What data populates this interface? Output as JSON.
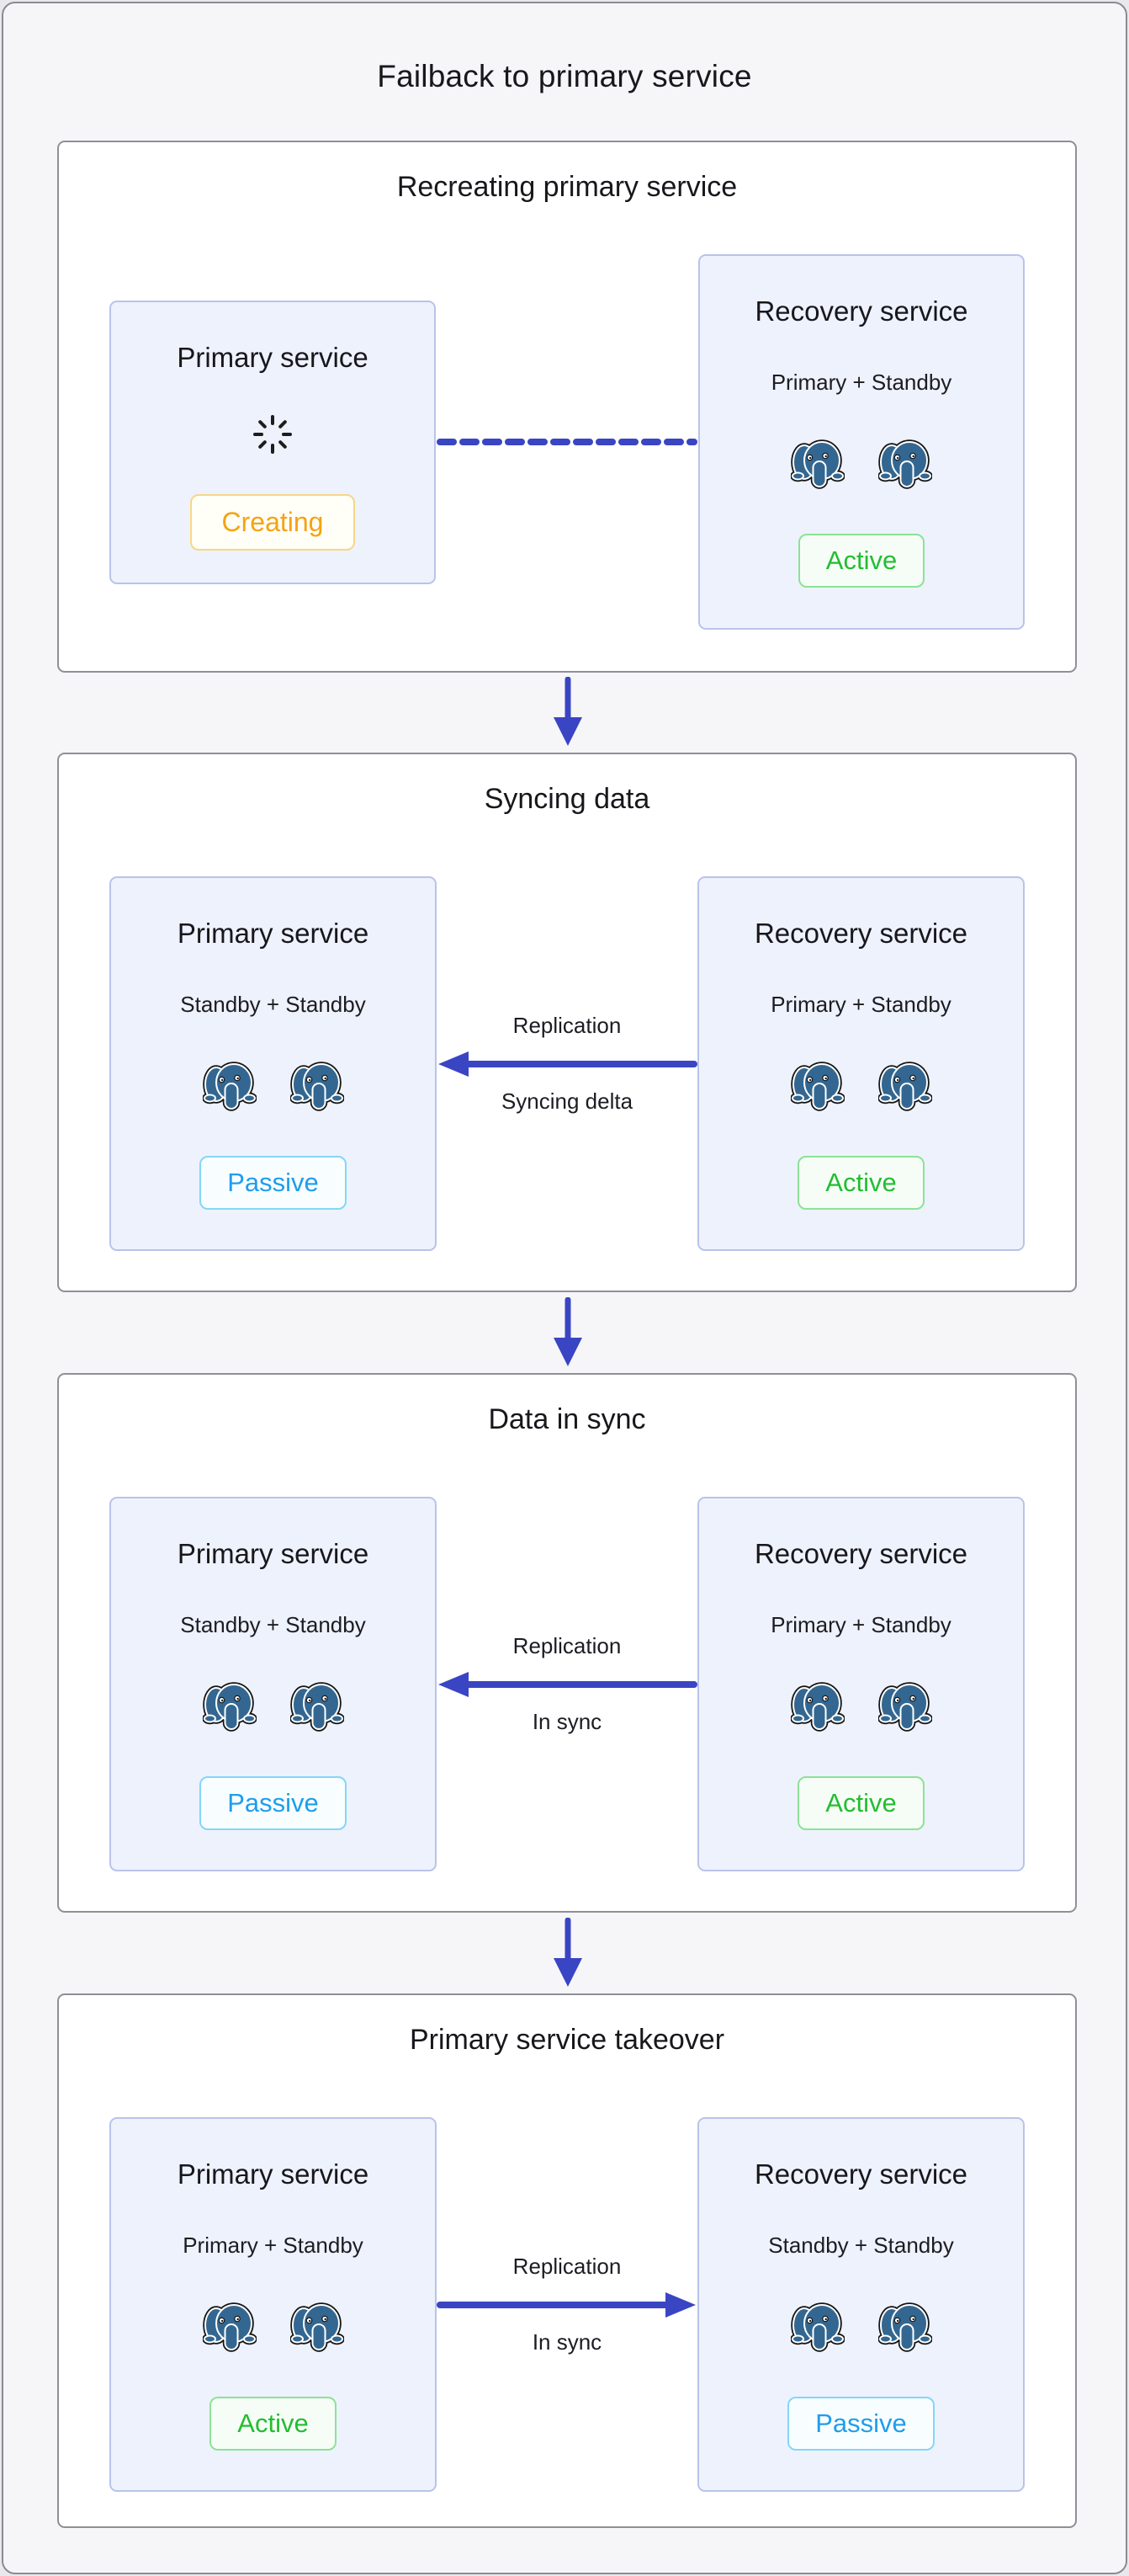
{
  "title": "Failback to primary service",
  "colors": {
    "accent_blue_arrow": "#3a45c3",
    "panel_border": "#8f8f97",
    "service_box_bg": "#eef2fc",
    "service_box_border": "#b9c3ea",
    "creating_text": "#f5a312",
    "active_text": "#23bd32",
    "passive_text": "#1f9ded",
    "elephant_blue": "#336791",
    "page_bg": "#f6f6f8"
  },
  "stages": [
    {
      "header": "Recreating primary service",
      "left": {
        "title": "Primary service",
        "icon": "loading-spinner-icon",
        "badge": {
          "label": "Creating",
          "state": "creating"
        }
      },
      "right": {
        "title": "Recovery service",
        "subtitle": "Primary + Standby",
        "icon": "postgres-elephant-icon",
        "badge": {
          "label": "Active",
          "state": "active"
        }
      },
      "connector": {
        "type": "dashed-line"
      }
    },
    {
      "header": "Syncing data",
      "left": {
        "title": "Primary service",
        "subtitle": "Standby + Standby",
        "icon": "postgres-elephant-icon",
        "badge": {
          "label": "Passive",
          "state": "passive"
        }
      },
      "right": {
        "title": "Recovery service",
        "subtitle": "Primary + Standby",
        "icon": "postgres-elephant-icon",
        "badge": {
          "label": "Active",
          "state": "active"
        }
      },
      "connector": {
        "type": "arrow",
        "direction": "right-to-left",
        "label": "Replication",
        "sublabel": "Syncing delta"
      }
    },
    {
      "header": "Data in sync",
      "left": {
        "title": "Primary service",
        "subtitle": "Standby + Standby",
        "icon": "postgres-elephant-icon",
        "badge": {
          "label": "Passive",
          "state": "passive"
        }
      },
      "right": {
        "title": "Recovery service",
        "subtitle": "Primary + Standby",
        "icon": "postgres-elephant-icon",
        "badge": {
          "label": "Active",
          "state": "active"
        }
      },
      "connector": {
        "type": "arrow",
        "direction": "right-to-left",
        "label": "Replication",
        "sublabel": "In sync"
      }
    },
    {
      "header": "Primary service takeover",
      "left": {
        "title": "Primary service",
        "subtitle": "Primary + Standby",
        "icon": "postgres-elephant-icon",
        "badge": {
          "label": "Active",
          "state": "active"
        }
      },
      "right": {
        "title": "Recovery service",
        "subtitle": "Standby + Standby",
        "icon": "postgres-elephant-icon",
        "badge": {
          "label": "Passive",
          "state": "passive"
        }
      },
      "connector": {
        "type": "arrow",
        "direction": "left-to-right",
        "label": "Replication",
        "sublabel": "In sync"
      }
    }
  ]
}
